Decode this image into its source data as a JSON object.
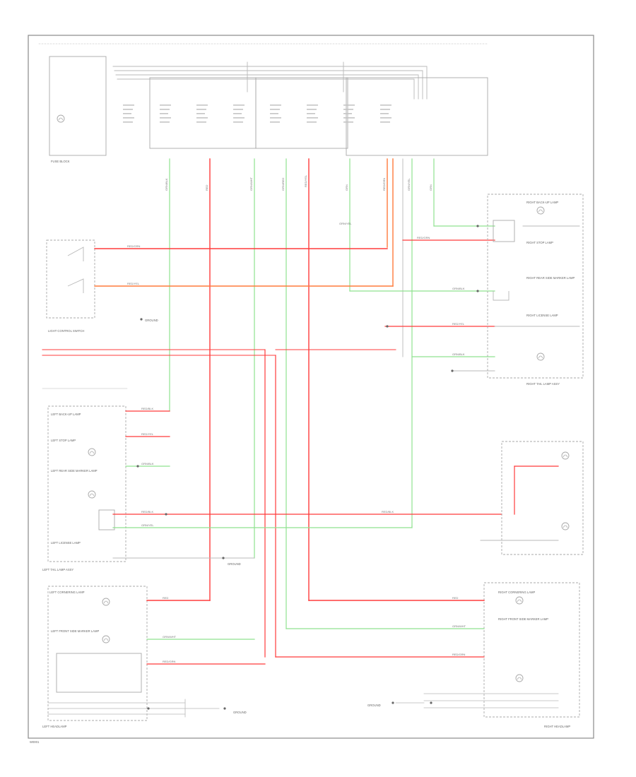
{
  "colors": {
    "border": "#8a8a8a",
    "box": "#a8a8a8",
    "wire_gray": "#b8b8b8",
    "wire_red": "#ff3b3b",
    "wire_orange": "#ff7a3b",
    "wire_green": "#8fe28f",
    "text": "#555555"
  },
  "labels": {
    "right_tail_lamp": "RIGHT TAIL LAMP ASSY",
    "left_tail_lamp": "LEFT TAIL LAMP ASSY",
    "right_headlamp": "RIGHT HEADLAMP",
    "left_headlamp": "LEFT HEADLAMP",
    "light_control": "LIGHT CONTROL SWITCH",
    "left_corner": "LEFT CORNERING LAMP",
    "right_corner": "RIGHT CORNERING LAMP",
    "left_front_side_marker": "LEFT FRONT SIDE MARKER LAMP",
    "right_front_side_marker": "RIGHT FRONT SIDE MARKER LAMP",
    "right_reverse": "RIGHT BACK-UP LAMP",
    "left_reverse": "LEFT BACK-UP LAMP",
    "left_side_marker": "LEFT REAR SIDE MARKER LAMP",
    "right_side_marker": "RIGHT REAR SIDE MARKER LAMP",
    "left_stop": "LEFT STOP LAMP",
    "right_stop": "RIGHT STOP LAMP",
    "left_license": "LEFT LICENSE LAMP",
    "right_license": "RIGHT LICENSE LAMP",
    "ground_1": "GROUND",
    "ground_2": "GROUND",
    "ground_3": "GROUND",
    "ground_4": "GROUND",
    "fuse_block": "FUSE BLOCK",
    "footer_code": "W0001"
  },
  "icons": [
    "lamp-icon",
    "ground-icon",
    "switch-icon",
    "connector-icon"
  ]
}
